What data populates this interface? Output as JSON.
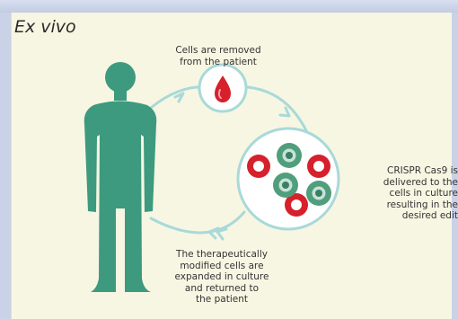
{
  "diagram": {
    "title": "Ex vivo",
    "steps": {
      "removed": [
        "Cells are removed",
        "from the patient"
      ],
      "crispr": [
        "CRISPR Cas9 is",
        "delivered to the",
        "cells in culture",
        "resulting in the",
        "desired edit"
      ],
      "returned": [
        "The therapeutically",
        "modified cells are",
        "expanded in culture",
        "and returned to",
        "the patient"
      ]
    }
  },
  "colors": {
    "body": "#3d9a7e",
    "cycle": "#a9d9d9",
    "blood": "#d6202c",
    "edited_cell": "#4f9e7c",
    "background": "#f7f6e3"
  }
}
